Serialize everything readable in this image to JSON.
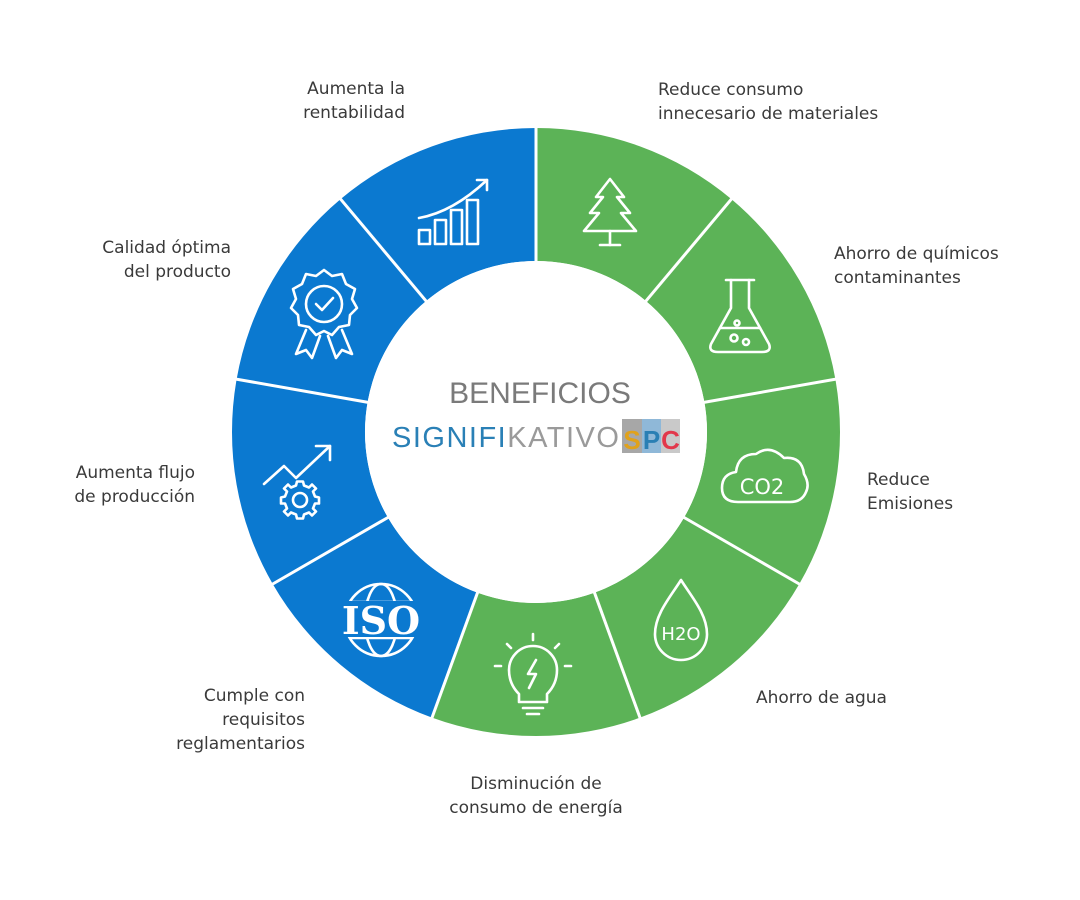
{
  "center": {
    "title": "BENEFICIOS",
    "brand_part1": "SIGNIFI",
    "brand_part2": "KATIVO",
    "logo": "SPC"
  },
  "colors": {
    "blue": "#0b79d0",
    "green": "#5cb357",
    "separator": "#ffffff",
    "text": "#3a3a3a"
  },
  "segments": [
    {
      "label_lines": [
        "Reduce consumo",
        "innecesario de materiales"
      ],
      "color": "green",
      "icon": "tree-icon"
    },
    {
      "label_lines": [
        "Ahorro de químicos",
        "contaminantes"
      ],
      "color": "green",
      "icon": "flask-icon"
    },
    {
      "label_lines": [
        "Reduce",
        "Emisiones"
      ],
      "color": "green",
      "icon": "co2-cloud-icon",
      "icon_text": "CO2"
    },
    {
      "label_lines": [
        "Ahorro de agua"
      ],
      "color": "green",
      "icon": "water-drop-icon",
      "icon_text": "H2O"
    },
    {
      "label_lines": [
        "Disminución de",
        "consumo de energía"
      ],
      "color": "green",
      "icon": "lightbulb-icon"
    },
    {
      "label_lines": [
        "Cumple con",
        "requisitos",
        "reglamentarios"
      ],
      "color": "blue",
      "icon": "iso-globe-icon",
      "icon_text": "ISO"
    },
    {
      "label_lines": [
        "Aumenta flujo",
        "de producción"
      ],
      "color": "blue",
      "icon": "gear-growth-icon"
    },
    {
      "label_lines": [
        "Calidad óptima",
        "del producto"
      ],
      "color": "blue",
      "icon": "award-badge-icon"
    },
    {
      "label_lines": [
        "Aumenta la",
        "rentabilidad"
      ],
      "color": "blue",
      "icon": "profit-chart-icon"
    }
  ]
}
